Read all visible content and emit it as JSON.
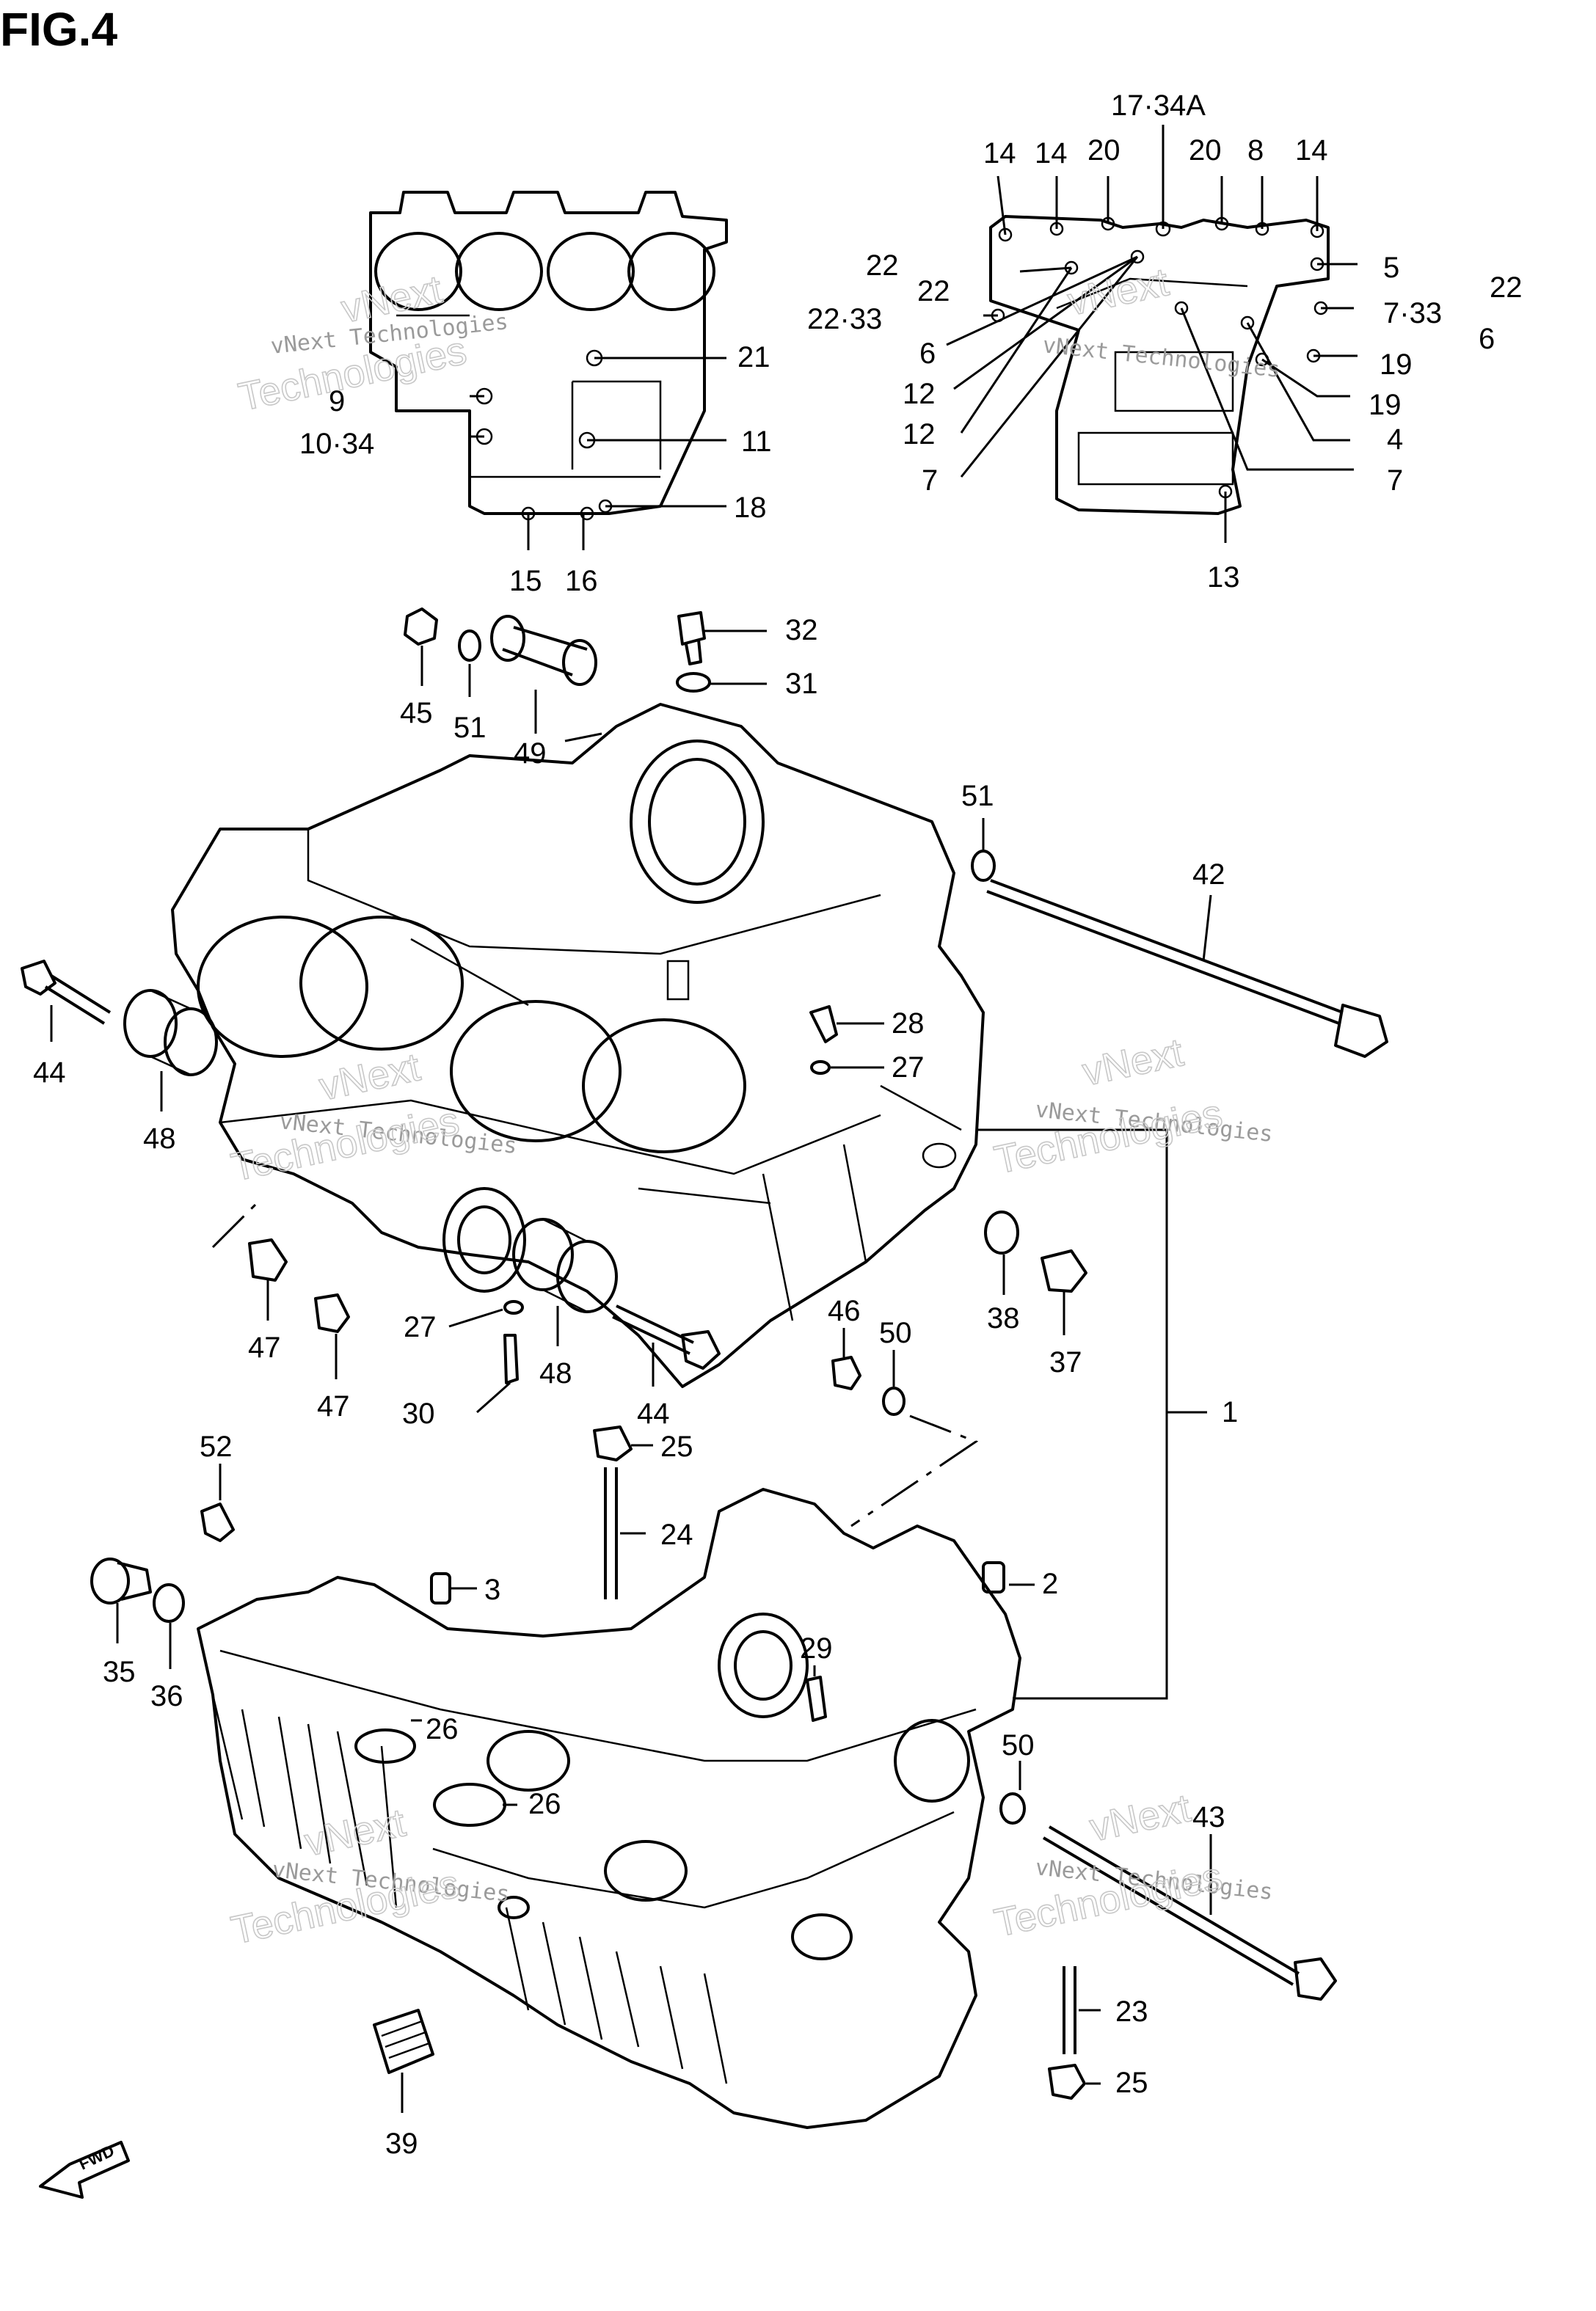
{
  "figure": {
    "title": "FIG.4"
  },
  "watermark": {
    "line1": "vNext Technologies",
    "line2": "vNext",
    "line3": "Technologies"
  },
  "fwd_label": "FWD",
  "callouts": {
    "c1": "1",
    "c2": "2",
    "c3": "3",
    "c4": "4",
    "c5": "5",
    "c6a": "6",
    "c6b": "6",
    "c7a": "7",
    "c7b": "7",
    "c7_33": "7·33",
    "c8": "8",
    "c9": "9",
    "c10_34": "10·34",
    "c11": "11",
    "c12a": "12",
    "c12b": "12",
    "c13": "13",
    "c14a": "14",
    "c14b": "14",
    "c14c": "14",
    "c15": "15",
    "c16": "16",
    "c17_34a": "17·34A",
    "c18": "18",
    "c19a": "19",
    "c19b": "19",
    "c20a": "20",
    "c20b": "20",
    "c21": "21",
    "c22a": "22",
    "c22b": "22",
    "c22c": "22",
    "c22_33": "22·33",
    "c23": "23",
    "c24": "24",
    "c25a": "25",
    "c25b": "25",
    "c26a": "26",
    "c26b": "26",
    "c27a": "27",
    "c27b": "27",
    "c28": "28",
    "c29": "29",
    "c30": "30",
    "c31": "31",
    "c32": "32",
    "c35": "35",
    "c36": "36",
    "c37": "37",
    "c38": "38",
    "c39": "39",
    "c42": "42",
    "c43": "43",
    "c44a": "44",
    "c44b": "44",
    "c45": "45",
    "c46": "46",
    "c47a": "47",
    "c47b": "47",
    "c48a": "48",
    "c48b": "48",
    "c49": "49",
    "c50a": "50",
    "c50b": "50",
    "c51a": "51",
    "c51b": "51",
    "c52": "52"
  }
}
